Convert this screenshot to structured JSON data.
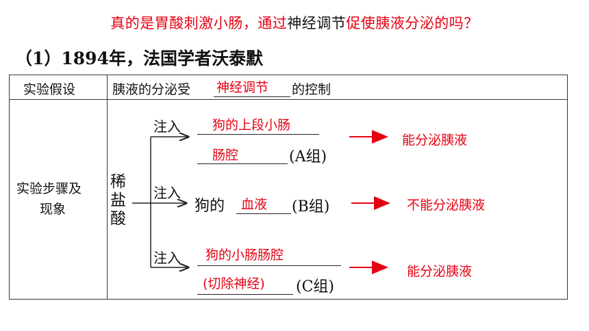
{
  "question": {
    "part1": "真的是胃酸刺激小肠，通过",
    "part2": "神经调节",
    "part3": "促使胰液分泌的吗？"
  },
  "heading": "（1）1894年，法国学者沃泰默",
  "table": {
    "row1_label": "实验假设",
    "hypothesis_prefix": "胰液的分泌受",
    "hypothesis_answer": "神经调节",
    "hypothesis_suffix": "的控制",
    "row2_label_line1": "实验步骤及",
    "row2_label_line2": "现象",
    "reagent": [
      "稀",
      "盐",
      "酸"
    ],
    "inject_label": "注入",
    "groups": [
      {
        "answer_line1": "狗的上段小肠",
        "answer_line2": "肠腔",
        "group_label": "(A组)",
        "result": "能分泌胰液"
      },
      {
        "prefix": "狗的",
        "answer_line1": "血液",
        "group_label": "(B组)",
        "result": "不能分泌胰液"
      },
      {
        "answer_line1": "狗的小肠肠腔",
        "answer_line2": "(切除神经)",
        "group_label": "(C组)",
        "result": "能分泌胰液"
      }
    ]
  },
  "colors": {
    "answer": "#e60012",
    "text": "#111111",
    "border": "#333333"
  }
}
